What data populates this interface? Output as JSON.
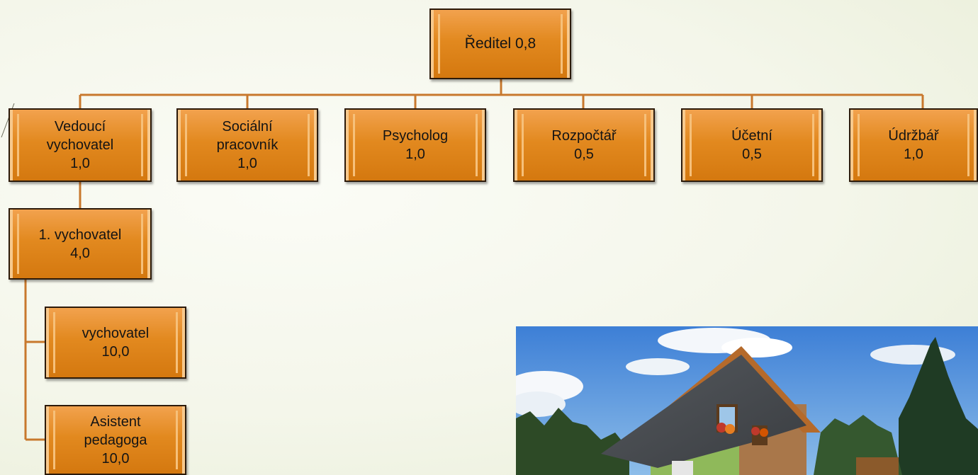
{
  "org_chart": {
    "root": {
      "lines": [
        "Ředitel 0,8"
      ]
    },
    "level1": [
      {
        "id": "vedouci",
        "lines": [
          "Vedoucí",
          "vychovatel",
          "1,0"
        ]
      },
      {
        "id": "socialni",
        "lines": [
          "Sociální",
          "pracovník",
          "1,0"
        ]
      },
      {
        "id": "psycholog",
        "lines": [
          "Psycholog",
          "1,0"
        ]
      },
      {
        "id": "rozpoctar",
        "lines": [
          "Rozpočtář",
          "0,5"
        ]
      },
      {
        "id": "ucetni",
        "lines": [
          "Účetní",
          "0,5"
        ]
      },
      {
        "id": "udrzbar",
        "lines": [
          "Údržbář",
          "1,0"
        ]
      }
    ],
    "level2": {
      "lines": [
        "1. vychovatel",
        "4,0"
      ]
    },
    "level3": [
      {
        "id": "vychovatel",
        "lines": [
          "vychovatel",
          "10,0"
        ]
      },
      {
        "id": "asistent",
        "lines": [
          "Asistent",
          "pedagoga",
          "10,0"
        ]
      }
    ]
  },
  "image": {
    "icon": "house-photo"
  },
  "colors": {
    "box": "#e2891f",
    "connector": "#c8782d",
    "border": "#2c1a0a"
  }
}
